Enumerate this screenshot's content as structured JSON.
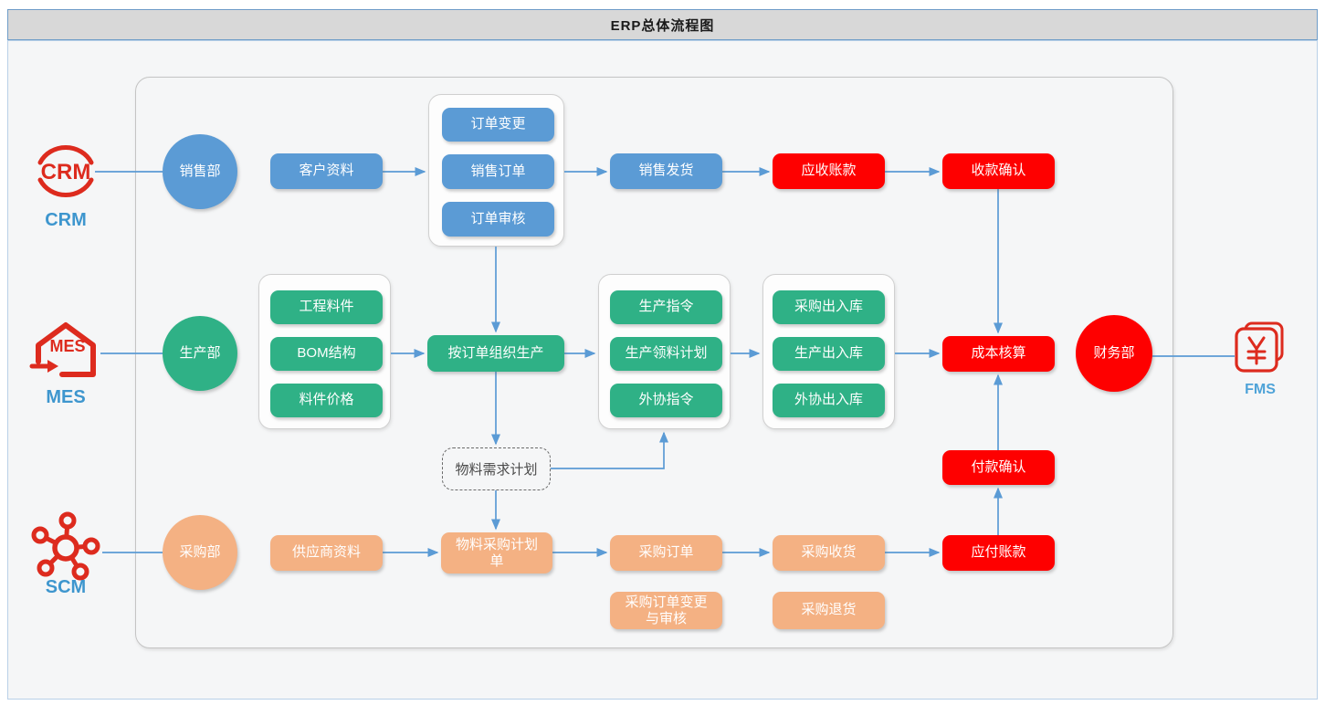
{
  "title": "ERP总体流程图",
  "colors": {
    "blue": "#5B9BD5",
    "green": "#2FB186",
    "orange": "#F4B183",
    "red": "#FE0000",
    "connector": "#5B9BD5",
    "system_label_blue": "#3E96CE",
    "icon_red": "#DD2B1E",
    "title_bar_bg": "#D8D8D8"
  },
  "systems": {
    "crm": {
      "icon": "crm-circle-icon",
      "icon_text": "CRM",
      "label": "CRM"
    },
    "mes": {
      "icon": "mes-house-icon",
      "icon_text": "MES",
      "label": "MES"
    },
    "scm": {
      "icon": "scm-network-icon",
      "label": "SCM"
    },
    "fms": {
      "icon": "fms-yuan-icon",
      "symbol": "¥",
      "label": "FMS"
    }
  },
  "nodes": {
    "sales_dept": {
      "label": "销售部",
      "color": "blue",
      "shape": "circle"
    },
    "customer_data": {
      "label": "客户资料",
      "color": "blue"
    },
    "order_change": {
      "label": "订单变更",
      "color": "blue"
    },
    "sales_order": {
      "label": "销售订单",
      "color": "blue"
    },
    "order_review": {
      "label": "订单审核",
      "color": "blue"
    },
    "sales_delivery": {
      "label": "销售发货",
      "color": "blue"
    },
    "receivable": {
      "label": "应收账款",
      "color": "red"
    },
    "receipt_confirm": {
      "label": "收款确认",
      "color": "red"
    },
    "production_dept": {
      "label": "生产部",
      "color": "green",
      "shape": "circle"
    },
    "eng_material": {
      "label": "工程料件",
      "color": "green"
    },
    "bom_structure": {
      "label": "BOM结构",
      "color": "green"
    },
    "material_price": {
      "label": "料件价格",
      "color": "green"
    },
    "organize_production": {
      "label": "按订单组织生产",
      "color": "green"
    },
    "production_order": {
      "label": "生产指令",
      "color": "green"
    },
    "picking_plan": {
      "label": "生产领料计划",
      "color": "green"
    },
    "outsourcing_order": {
      "label": "外协指令",
      "color": "green"
    },
    "purchase_inout": {
      "label": "采购出入库",
      "color": "green"
    },
    "production_inout": {
      "label": "生产出入库",
      "color": "green"
    },
    "outsourcing_inout": {
      "label": "外协出入库",
      "color": "green"
    },
    "cost_accounting": {
      "label": "成本核算",
      "color": "red"
    },
    "finance_dept": {
      "label": "财务部",
      "color": "red",
      "shape": "circle"
    },
    "mrp": {
      "label": "物料需求计划",
      "style": "dashed"
    },
    "purchasing_dept": {
      "label": "采购部",
      "color": "orange",
      "shape": "circle"
    },
    "supplier_data": {
      "label": "供应商资料",
      "color": "orange"
    },
    "material_purchase_plan": {
      "label": "物料采购计划\n单",
      "color": "orange"
    },
    "purchase_order": {
      "label": "采购订单",
      "color": "orange"
    },
    "purchase_receipt": {
      "label": "采购收货",
      "color": "orange"
    },
    "payable": {
      "label": "应付账款",
      "color": "red"
    },
    "payment_confirm": {
      "label": "付款确认",
      "color": "red"
    },
    "po_change_review": {
      "label": "采购订单变更\n与审核",
      "color": "orange"
    },
    "purchase_return": {
      "label": "采购退货",
      "color": "orange"
    }
  }
}
